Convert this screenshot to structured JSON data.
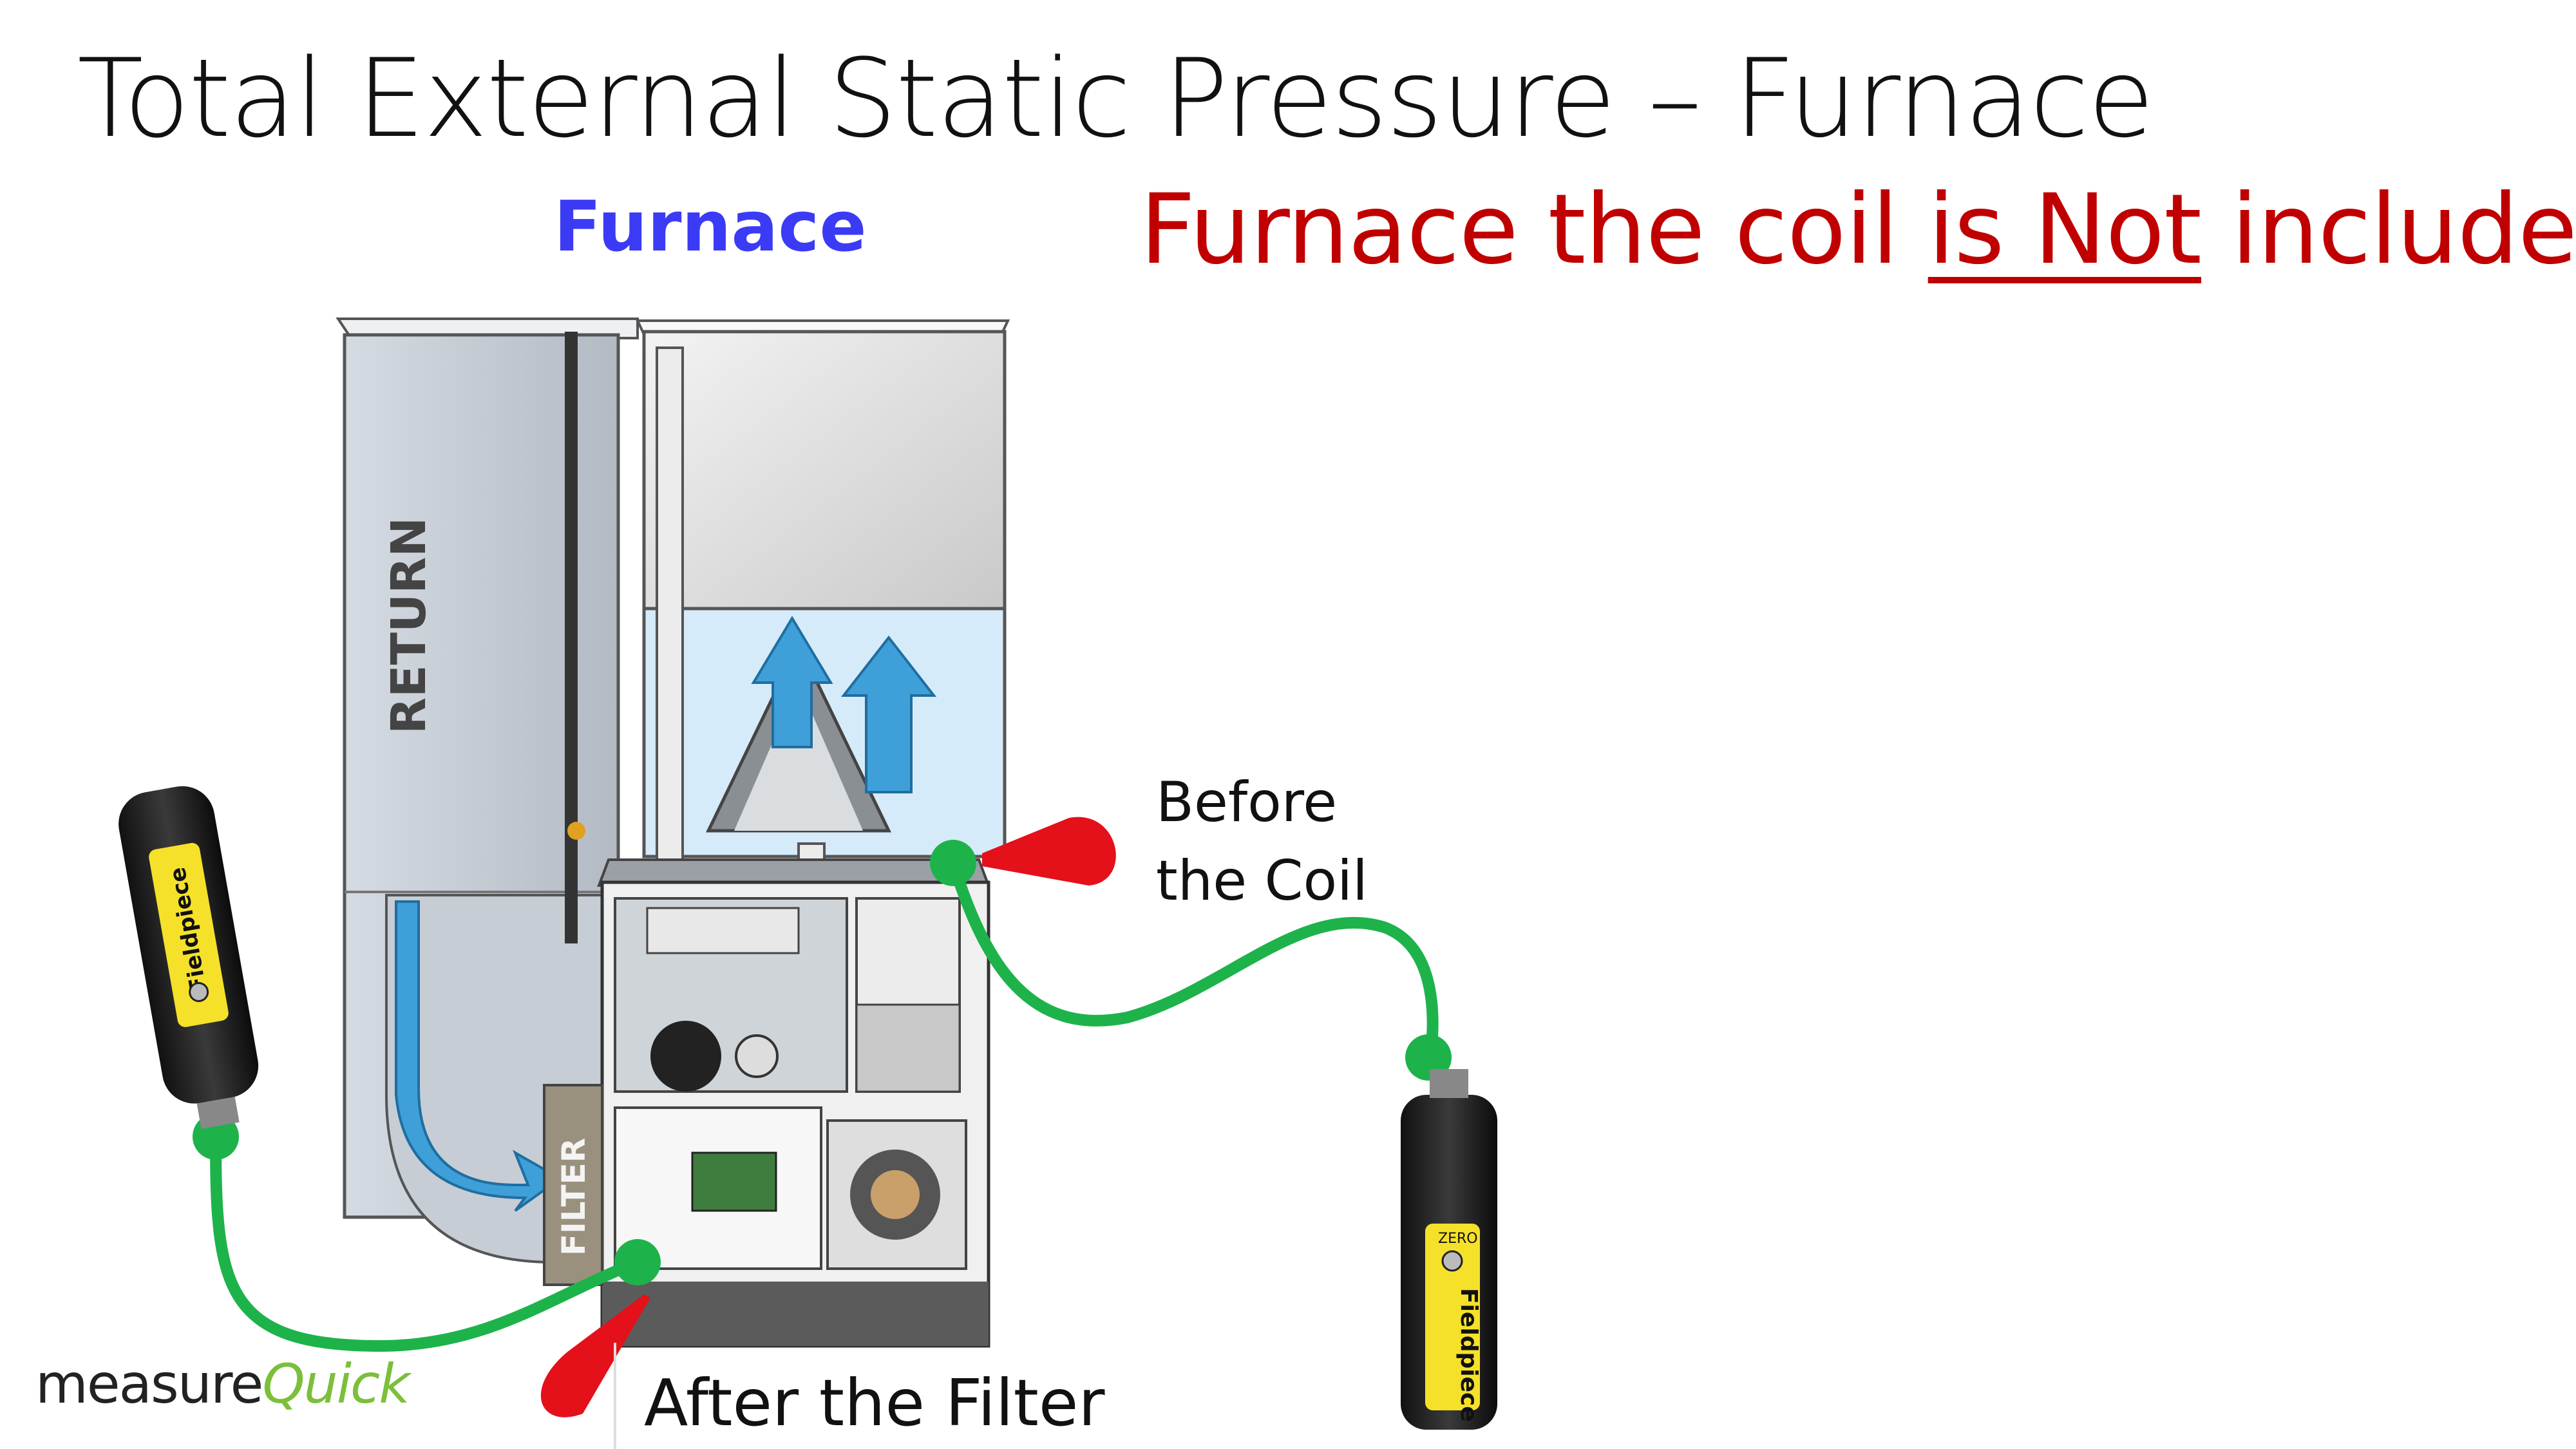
{
  "slide": {
    "title": "Total External Static Pressure – Furnace",
    "subtitle": "Furnace",
    "note_prefix": "Furnace the coil ",
    "note_underlined": "is Not",
    "note_suffix": " included"
  },
  "labels": {
    "return": "RETURN",
    "filter": "FILTER",
    "before_line1": "Before",
    "before_line2": "the Coil",
    "after": "After the Filter"
  },
  "instruments": {
    "brand": "Fieldpiece",
    "button": "ZERO"
  },
  "logo": {
    "measure": "measure",
    "quick": "Quick"
  },
  "colors": {
    "title": "#111111",
    "subtitle": "#3b3bf5",
    "note": "#c00000",
    "hose": "#1db34a",
    "probe": "#e4101a",
    "meter_body": "#f5e12a",
    "airflow_arrow": "#3f9fd9"
  }
}
